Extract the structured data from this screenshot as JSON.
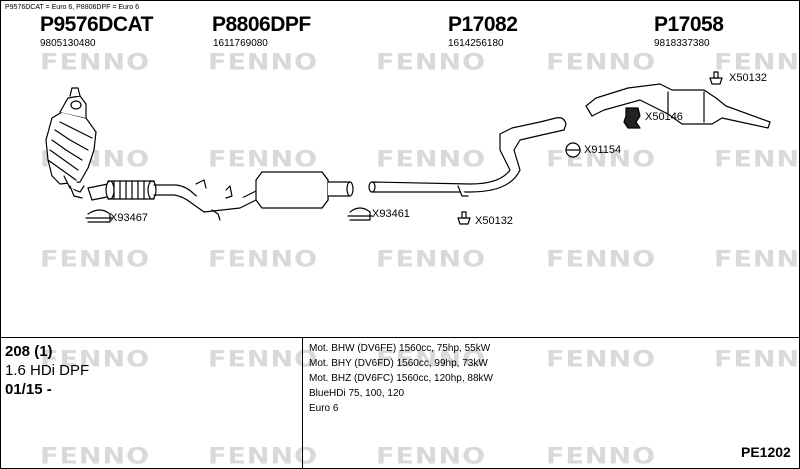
{
  "watermark": "FENNO",
  "header_note": "P9576DCAT = Euro 6, P8806DPF = Euro 6",
  "parts": [
    {
      "code": "P9576DCAT",
      "oem": "9805130480"
    },
    {
      "code": "P8806DPF",
      "oem": "1611769080"
    },
    {
      "code": "P17082",
      "oem": "1614256180"
    },
    {
      "code": "P17058",
      "oem": "9818337380"
    }
  ],
  "clamps": [
    "X93467",
    "X93461",
    "X50132",
    "X91154",
    "X50146",
    "X50132"
  ],
  "vehicle": {
    "model": "208 (1)",
    "engine": "1.6 HDi DPF",
    "date": "01/15 -"
  },
  "motors": [
    "Mot. BHW (DV6FE) 1560cc, 75hp, 55kW",
    "Mot. BHY (DV6FD) 1560cc, 99hp, 73kW",
    "Mot. BHZ (DV6FC) 1560cc, 120hp, 88kW",
    "BlueHDi 75, 100, 120",
    "Euro 6"
  ],
  "reference": "PE1202"
}
